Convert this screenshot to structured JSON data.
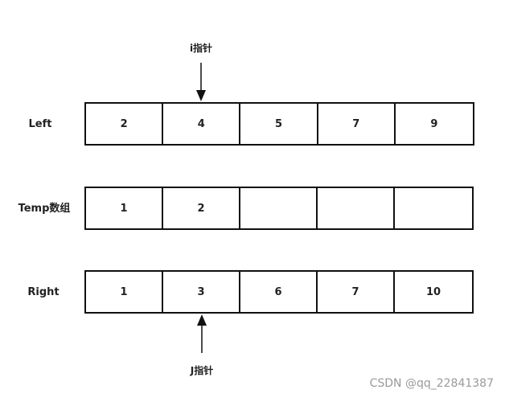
{
  "pointers": {
    "i_label": "i指针",
    "j_label": "J指针"
  },
  "rows": {
    "left": {
      "label": "Left",
      "cells": [
        "2",
        "4",
        "5",
        "7",
        "9"
      ]
    },
    "temp": {
      "label": "Temp数组",
      "cells": [
        "1",
        "2",
        "",
        "",
        ""
      ]
    },
    "right": {
      "label": "Right",
      "cells": [
        "1",
        "3",
        "6",
        "7",
        "10"
      ]
    }
  },
  "watermark": "CSDN @qq_22841387"
}
